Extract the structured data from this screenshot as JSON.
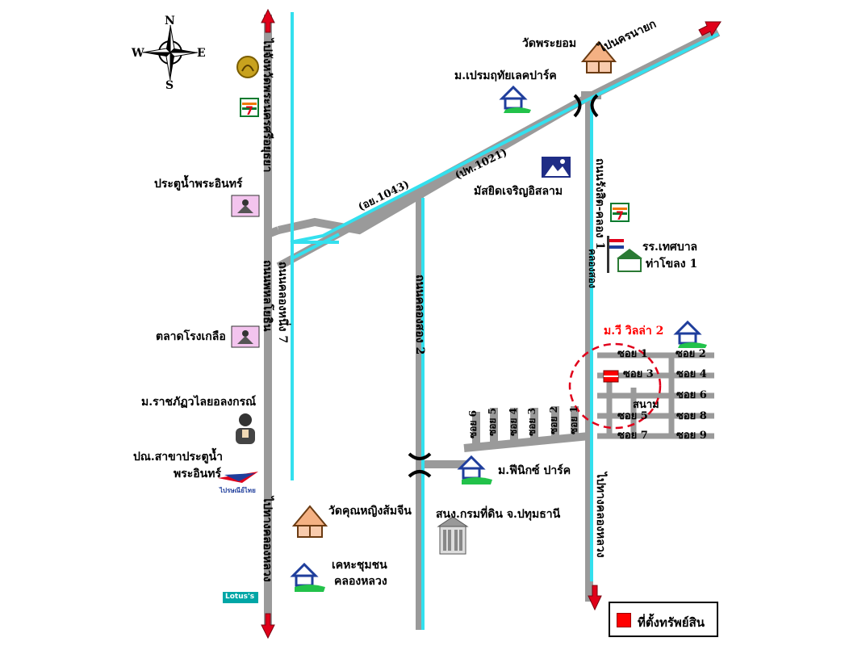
{
  "compass": {
    "n": "N",
    "s": "S",
    "e": "E",
    "w": "W"
  },
  "roads": {
    "to_pathumthani_top": "ไปจังหวัดพระนครศรีอยุธยา",
    "to_pathumthani_lower": "ถนนพหลโยธิน",
    "to_khlong_luang": "ไปทางคลองหลวง",
    "khlong_1_soi7": "ถนนคลองหนึ่ง 7",
    "khlong_2": "ถนนคลองสอง 2",
    "rangsit_khlong_right_top": "ถนนรังสิต-คลอง 1",
    "rangsit_khlong_right_lower": "คลองสอง",
    "to_khlong_luang_right": "ไปทางคลองหลวง",
    "to_nakhon_nayok": "ไปนครนายก",
    "ayo_1043": "(อย.1043)",
    "pathum_1021": "(ปท.1021)"
  },
  "places": {
    "wat_phra_yom": "วัดพระยอม",
    "prem_lake_park": "ม.เปรมฤทัยเลคปาร์ค",
    "masjid": "มัสยิดเจริญอิสลาม",
    "pratu_nam": "ประตูน้ำพระอินทร์",
    "school_1": "รร.เทศบาล",
    "school_2": "ท่าโขลง 1",
    "vee_village": "ม.วี วิลล่า 2",
    "talad": "ตลาดโรงเกลือ",
    "rajabhat": "ม.ราชภัฏวไลยอลงกรณ์",
    "post_1": "ปณ.สาขาประตูน้ำ",
    "post_2": "พระอินทร์",
    "phoenix": "ม.ฟีนิกซ์ ปาร์ค",
    "wat_khun_ying": "วัดคุณหญิงส้มจีน",
    "land_office": "สนง.กรมที่ดิน จ.ปทุมธานี",
    "housing_1": "เคหะชุมชน",
    "housing_2": "คลองหลวง",
    "lotus": "Lotus's",
    "thai_post": "ไปรษณีย์ไทย",
    "seven": "7"
  },
  "sois_right": [
    "ซอย 1",
    "ซอย 2",
    "ซอย 3",
    "ซอย 4",
    "ซอย 6",
    "ซอย 5",
    "ซอย 8",
    "ซอย 7",
    "ซอย 9"
  ],
  "park": "สนาม",
  "sois_bottom": [
    "ซอย 6",
    "ซอย 5",
    "ซอย 4",
    "ซอย 3",
    "ซอย 2",
    "ซอย 1"
  ],
  "legend": {
    "label": "ที่ตั้งทรัพย์สิน",
    "color": "#ff0000"
  },
  "colors": {
    "road": "#9a9a9a",
    "canal": "#33e0ee",
    "arrow": "#e0001a",
    "village_label": "#ff0000"
  }
}
